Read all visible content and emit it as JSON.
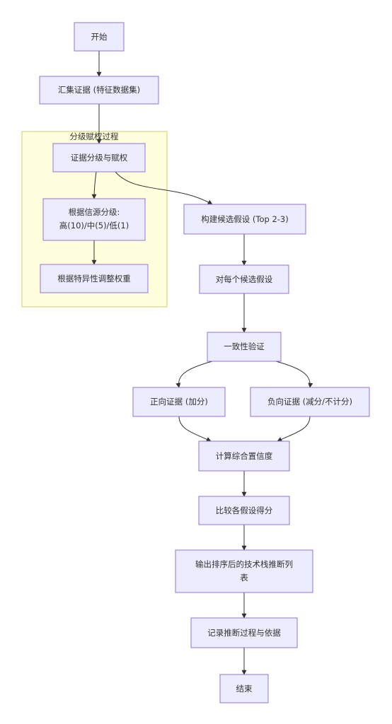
{
  "diagram": {
    "type": "flowchart",
    "colors": {
      "node_fill": "#ECECFF",
      "node_stroke": "#9370DB",
      "cluster_fill": "#FFFFDE",
      "cluster_stroke": "#CFCF6E",
      "edge": "#333333",
      "text": "#333333"
    },
    "cluster": {
      "label": "分级赋权过程"
    },
    "nodes": {
      "start": "开始",
      "collect": "汇集证据 (特征数据集)",
      "grade": "证据分级与赋权",
      "source_line1": "根据信源分级:",
      "source_line2": "高(10)/中(5)/低(1)",
      "specificity": "根据特异性调整权重",
      "hypotheses": "构建候选假设 (Top 2-3)",
      "each": "对每个候选假设",
      "consistency": "一致性验证",
      "positive": "正向证据 (加分)",
      "negative": "负向证据 (减分/不计分)",
      "confidence": "计算综合置信度",
      "compare": "比较各假设得分",
      "output_line1": "输出排序后的技术栈推断列",
      "output_line2": "表",
      "record": "记录推断过程与依据",
      "end": "结束"
    }
  }
}
